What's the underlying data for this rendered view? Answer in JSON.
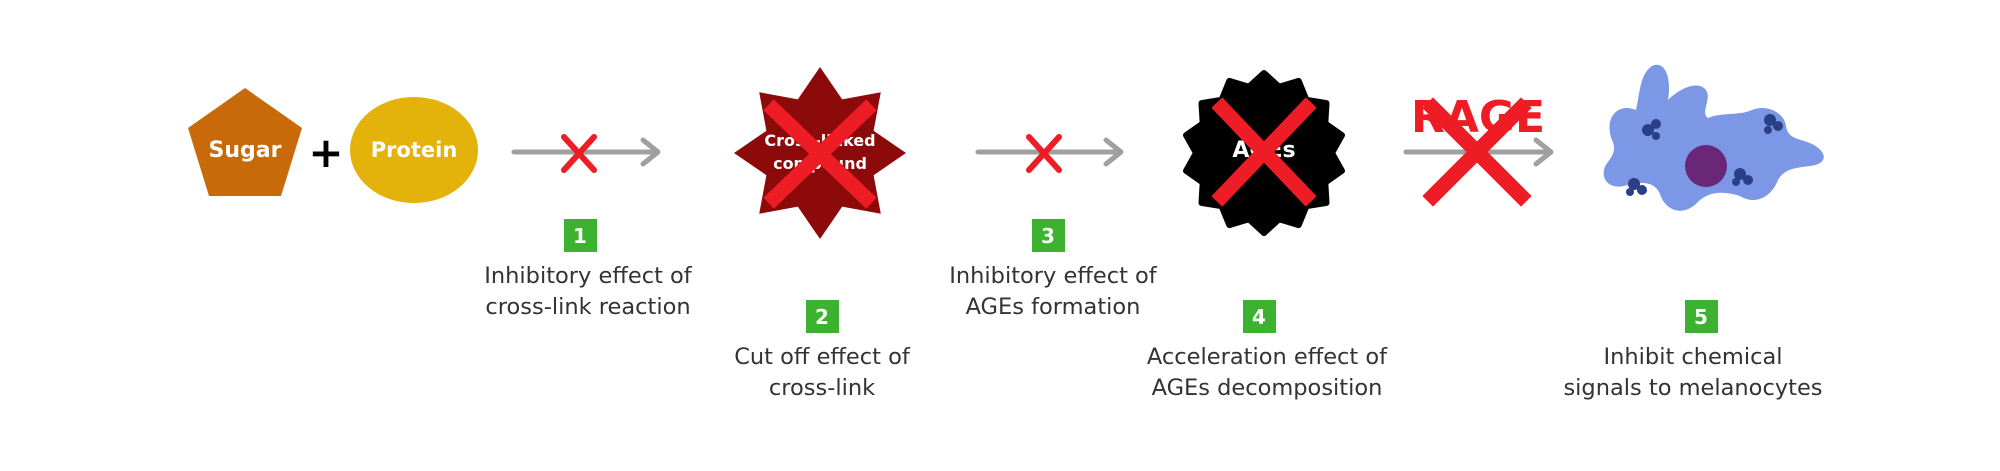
{
  "colors": {
    "sugar": "#c8690a",
    "protein": "#e3b20b",
    "crosslink": "#8c0a0a",
    "ages": "#000000",
    "cross_mark": "#ee1c24",
    "arrow": "#a0a0a0",
    "badge": "#3cb230",
    "cell": "#7b97e6",
    "nucleus": "#6a2778"
  },
  "inputs": {
    "sugar_label": "Sugar",
    "plus": "+",
    "protein_label": "Protein"
  },
  "products": {
    "crosslink_line1": "Cross-linked",
    "crosslink_line2": "compound",
    "ages_label": "AGEs",
    "rage_label": "RAGE"
  },
  "steps": [
    {
      "number": "1",
      "line1": "Inhibitory effect of",
      "line2": "cross-link reaction"
    },
    {
      "number": "2",
      "line1": "Cut off effect of",
      "line2": "cross-link"
    },
    {
      "number": "3",
      "line1": "Inhibitory effect of",
      "line2": "AGEs formation"
    },
    {
      "number": "4",
      "line1": "Acceleration effect of",
      "line2": "AGEs decomposition"
    },
    {
      "number": "5",
      "line1": "Inhibit chemical",
      "line2": "signals to melanocytes"
    }
  ],
  "icons": [
    "sugar-pentagon-icon",
    "protein-ellipse-icon",
    "crosslink-star-icon",
    "ages-burst-icon",
    "melanocyte-cell-icon",
    "blocked-arrow-icon",
    "cross-mark-icon"
  ]
}
